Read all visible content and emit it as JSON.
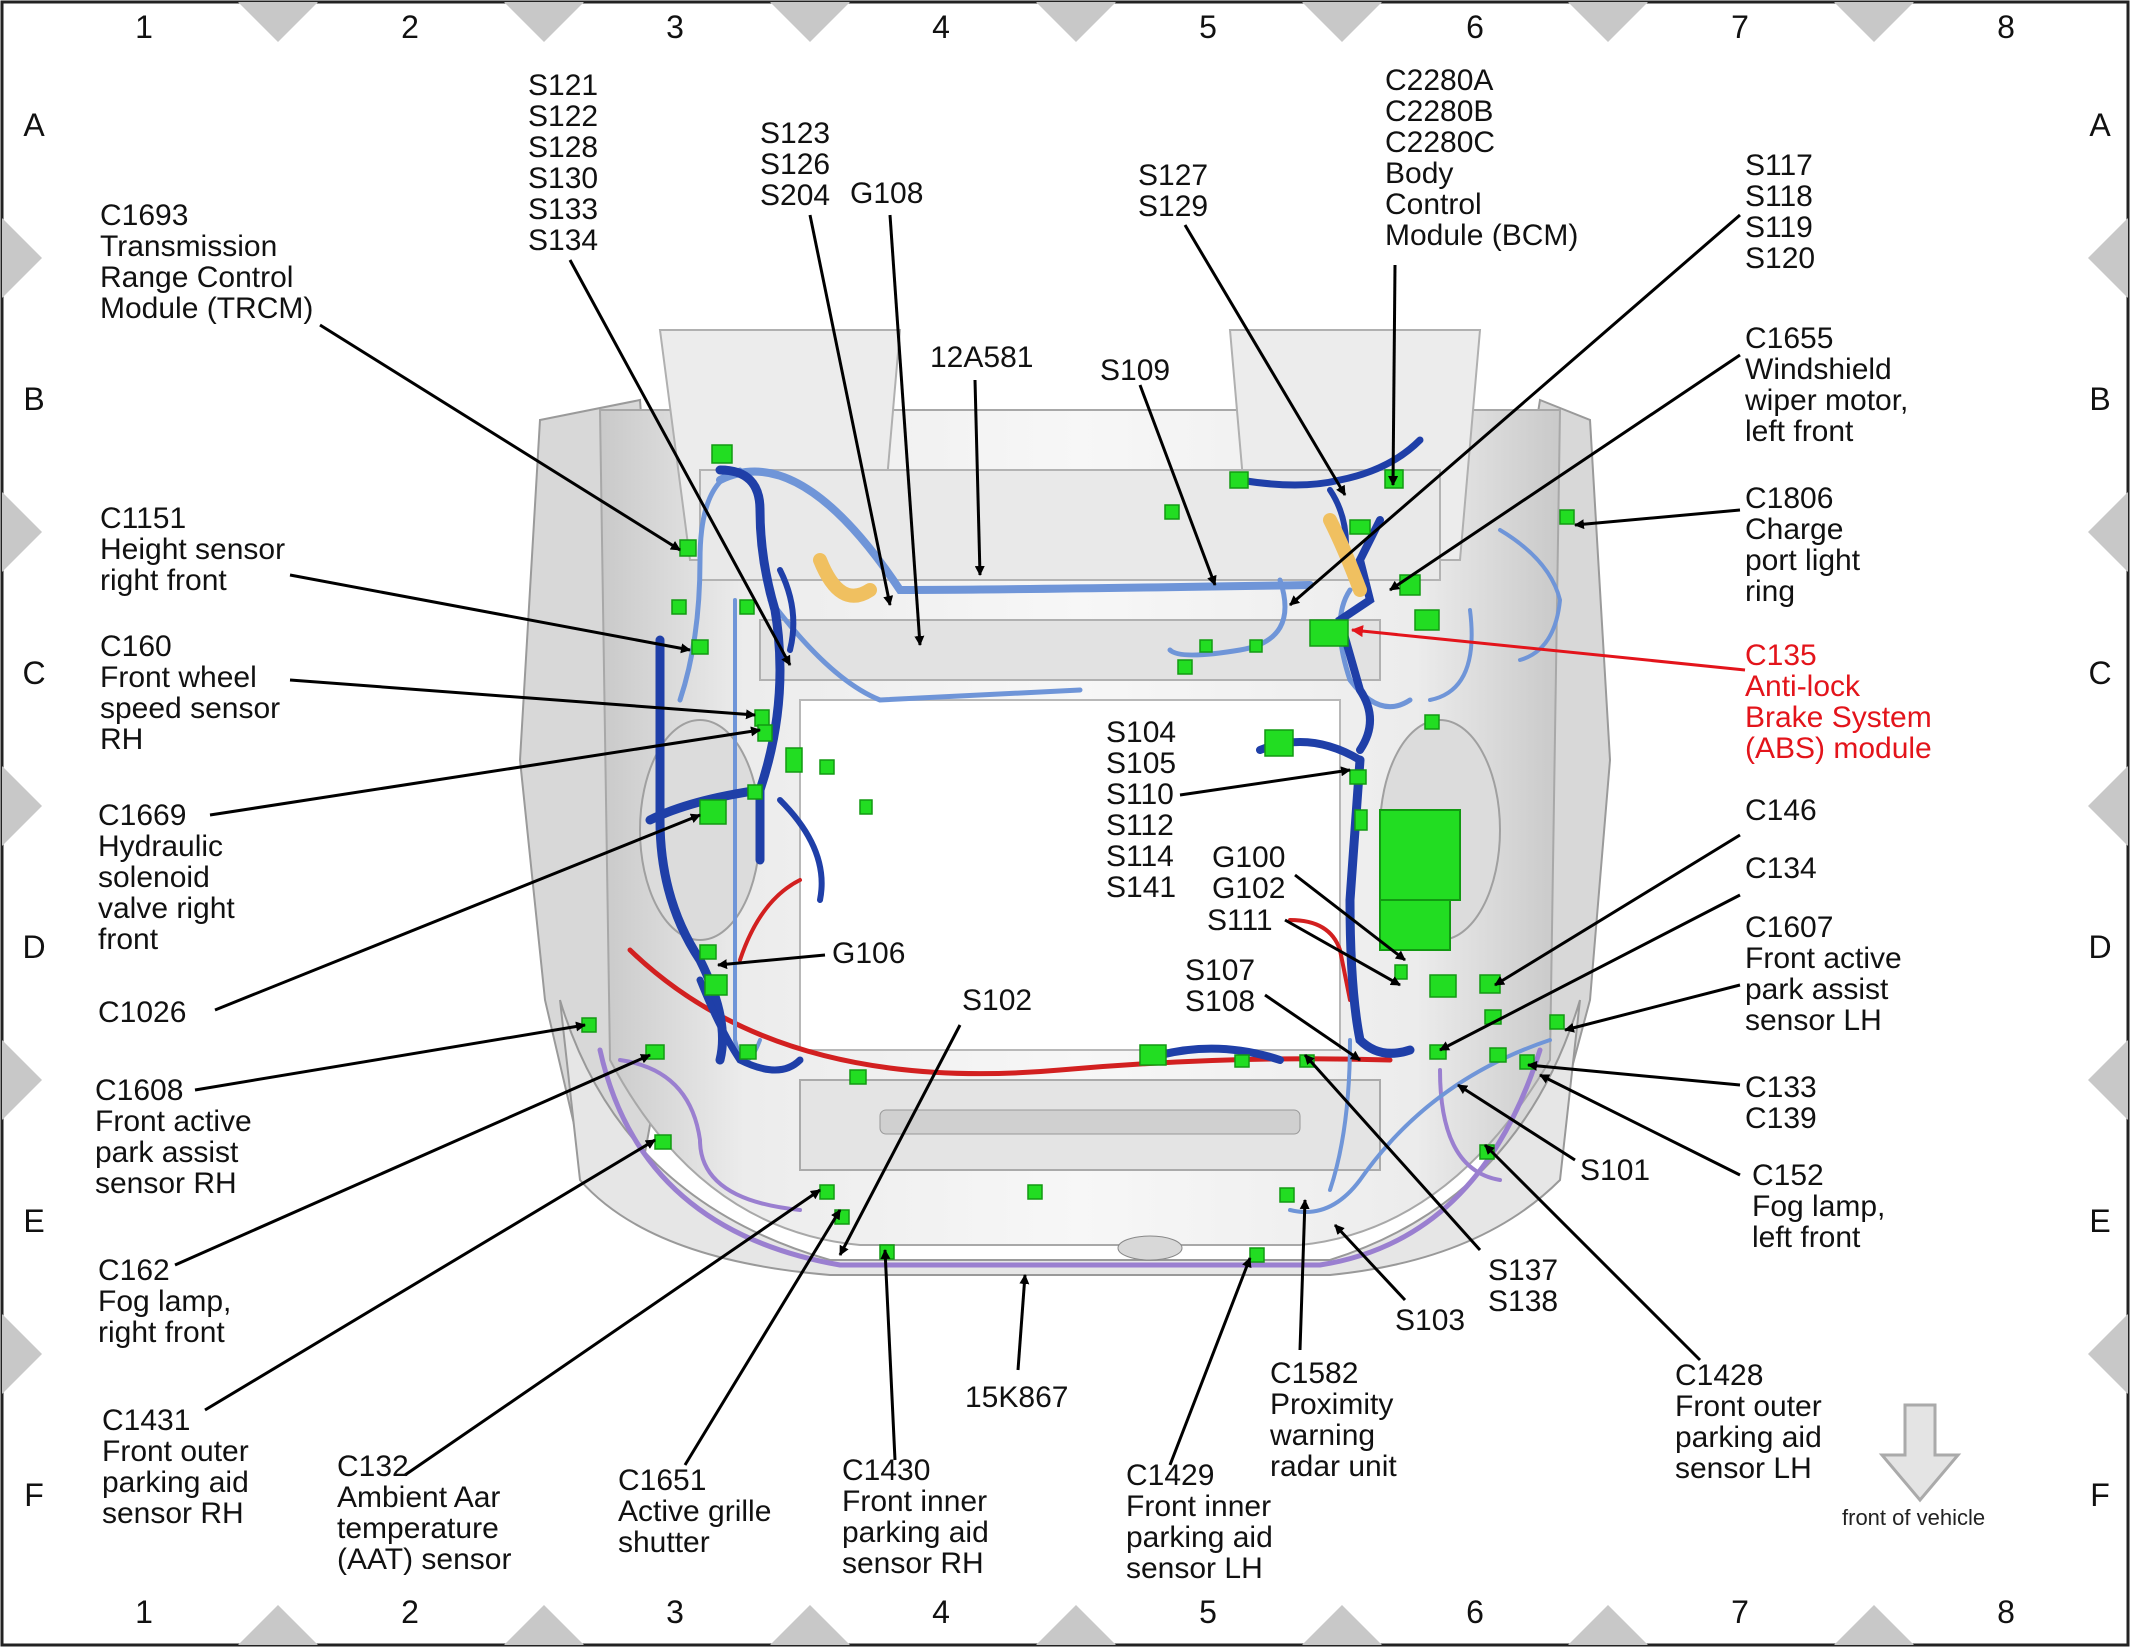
{
  "grid": {
    "columns": [
      "1",
      "2",
      "3",
      "4",
      "5",
      "6",
      "7",
      "8"
    ],
    "rows": [
      "A",
      "B",
      "C",
      "D",
      "E",
      "F"
    ]
  },
  "legend": {
    "front_of_vehicle": "front of vehicle"
  },
  "colors": {
    "highlight": "#e3141b",
    "harness_dark": "#1f3fa8",
    "harness_light": "#6f95d8",
    "connector": "#22dd22",
    "harness_purple": "#9a7fd0",
    "harness_red": "#d22020",
    "foam": "#f0c060"
  },
  "labels": {
    "c1693": "C1693\nTransmission\nRange Control\nModule (TRCM)",
    "s121": "S121\nS122\nS128\nS130\nS133\nS134",
    "s123": "S123\nS126\nS204",
    "g108": "G108",
    "a12a581": "12A581",
    "s109": "S109",
    "s127": "S127\nS129",
    "c2280": "C2280A\nC2280B\nC2280C\nBody\nControl\nModule (BCM)",
    "s117": "S117\nS118\nS119\nS120",
    "c1655": "C1655\nWindshield\nwiper motor,\nleft front",
    "c1806": "C1806\nCharge\nport light\nring",
    "c135": "C135\nAnti-lock\nBrake System\n(ABS) module",
    "c1151": "C1151\nHeight sensor\nright front",
    "c160": "C160\nFront wheel\nspeed sensor\nRH",
    "c1669": "C1669\nHydraulic\nsolenoid\nvalve right\nfront",
    "c1026": "C1026",
    "s104": "S104\nS105\nS110\nS112\nS114\nS141",
    "g100": "G100\nG102",
    "s111": "S111",
    "c146": "C146",
    "c134": "C134",
    "c1607": "C1607\nFront active\npark assist\nsensor LH",
    "g106": "G106",
    "s102": "S102",
    "s107": "S107\nS108",
    "c1608": "C1608\nFront active\npark assist\nsensor RH",
    "c133": "C133\nC139",
    "s101": "S101",
    "c152": "C152\nFog lamp,\nleft front",
    "c162": "C162\nFog lamp,\nright front",
    "s137": "S137\nS138",
    "s103": "S103",
    "c1428": "C1428\nFront outer\nparking aid\nsensor LH",
    "c1431": "C1431\nFront outer\nparking aid\nsensor RH",
    "c132": "C132\nAmbient Aar\ntemperature\n(AAT) sensor",
    "c1651": "C1651\nActive grille\nshutter",
    "c1430": "C1430\nFront inner\nparking aid\nsensor RH",
    "a15k867": "15K867",
    "c1429": "C1429\nFront inner\nparking aid\nsensor LH",
    "c1582": "C1582\nProximity\nwarning\nradar unit"
  }
}
